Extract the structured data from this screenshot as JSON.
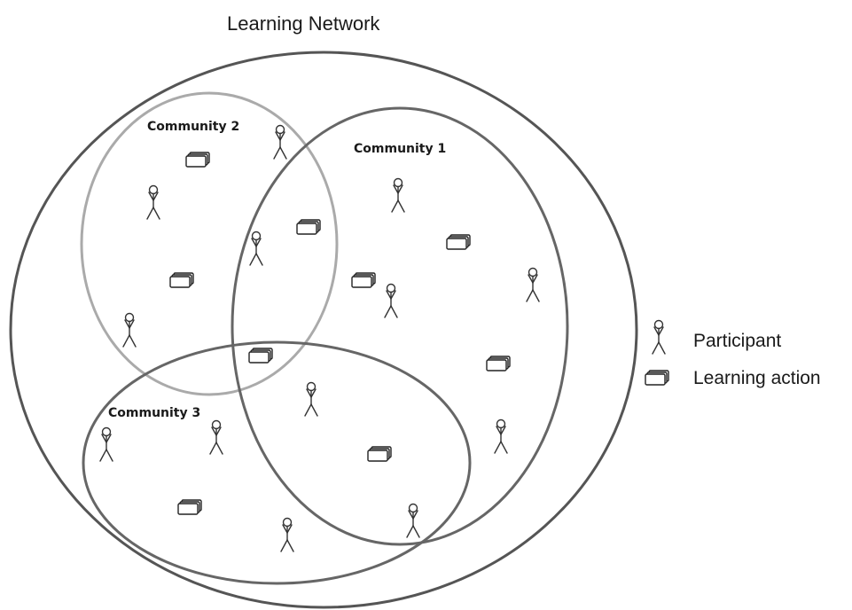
{
  "title": "Learning Network",
  "communities": [
    {
      "id": "community-1",
      "label": "Community 1",
      "stroke": "#666666"
    },
    {
      "id": "community-2",
      "label": "Community 2",
      "stroke": "#aaaaaa"
    },
    {
      "id": "community-3",
      "label": "Community 3",
      "stroke": "#666666"
    }
  ],
  "network_stroke": "#555555",
  "legend": {
    "participant_label": "Participant",
    "learning_action_label": "Learning action",
    "participant_icon": "stick-figure-icon",
    "learning_action_icon": "card-stack-icon"
  }
}
